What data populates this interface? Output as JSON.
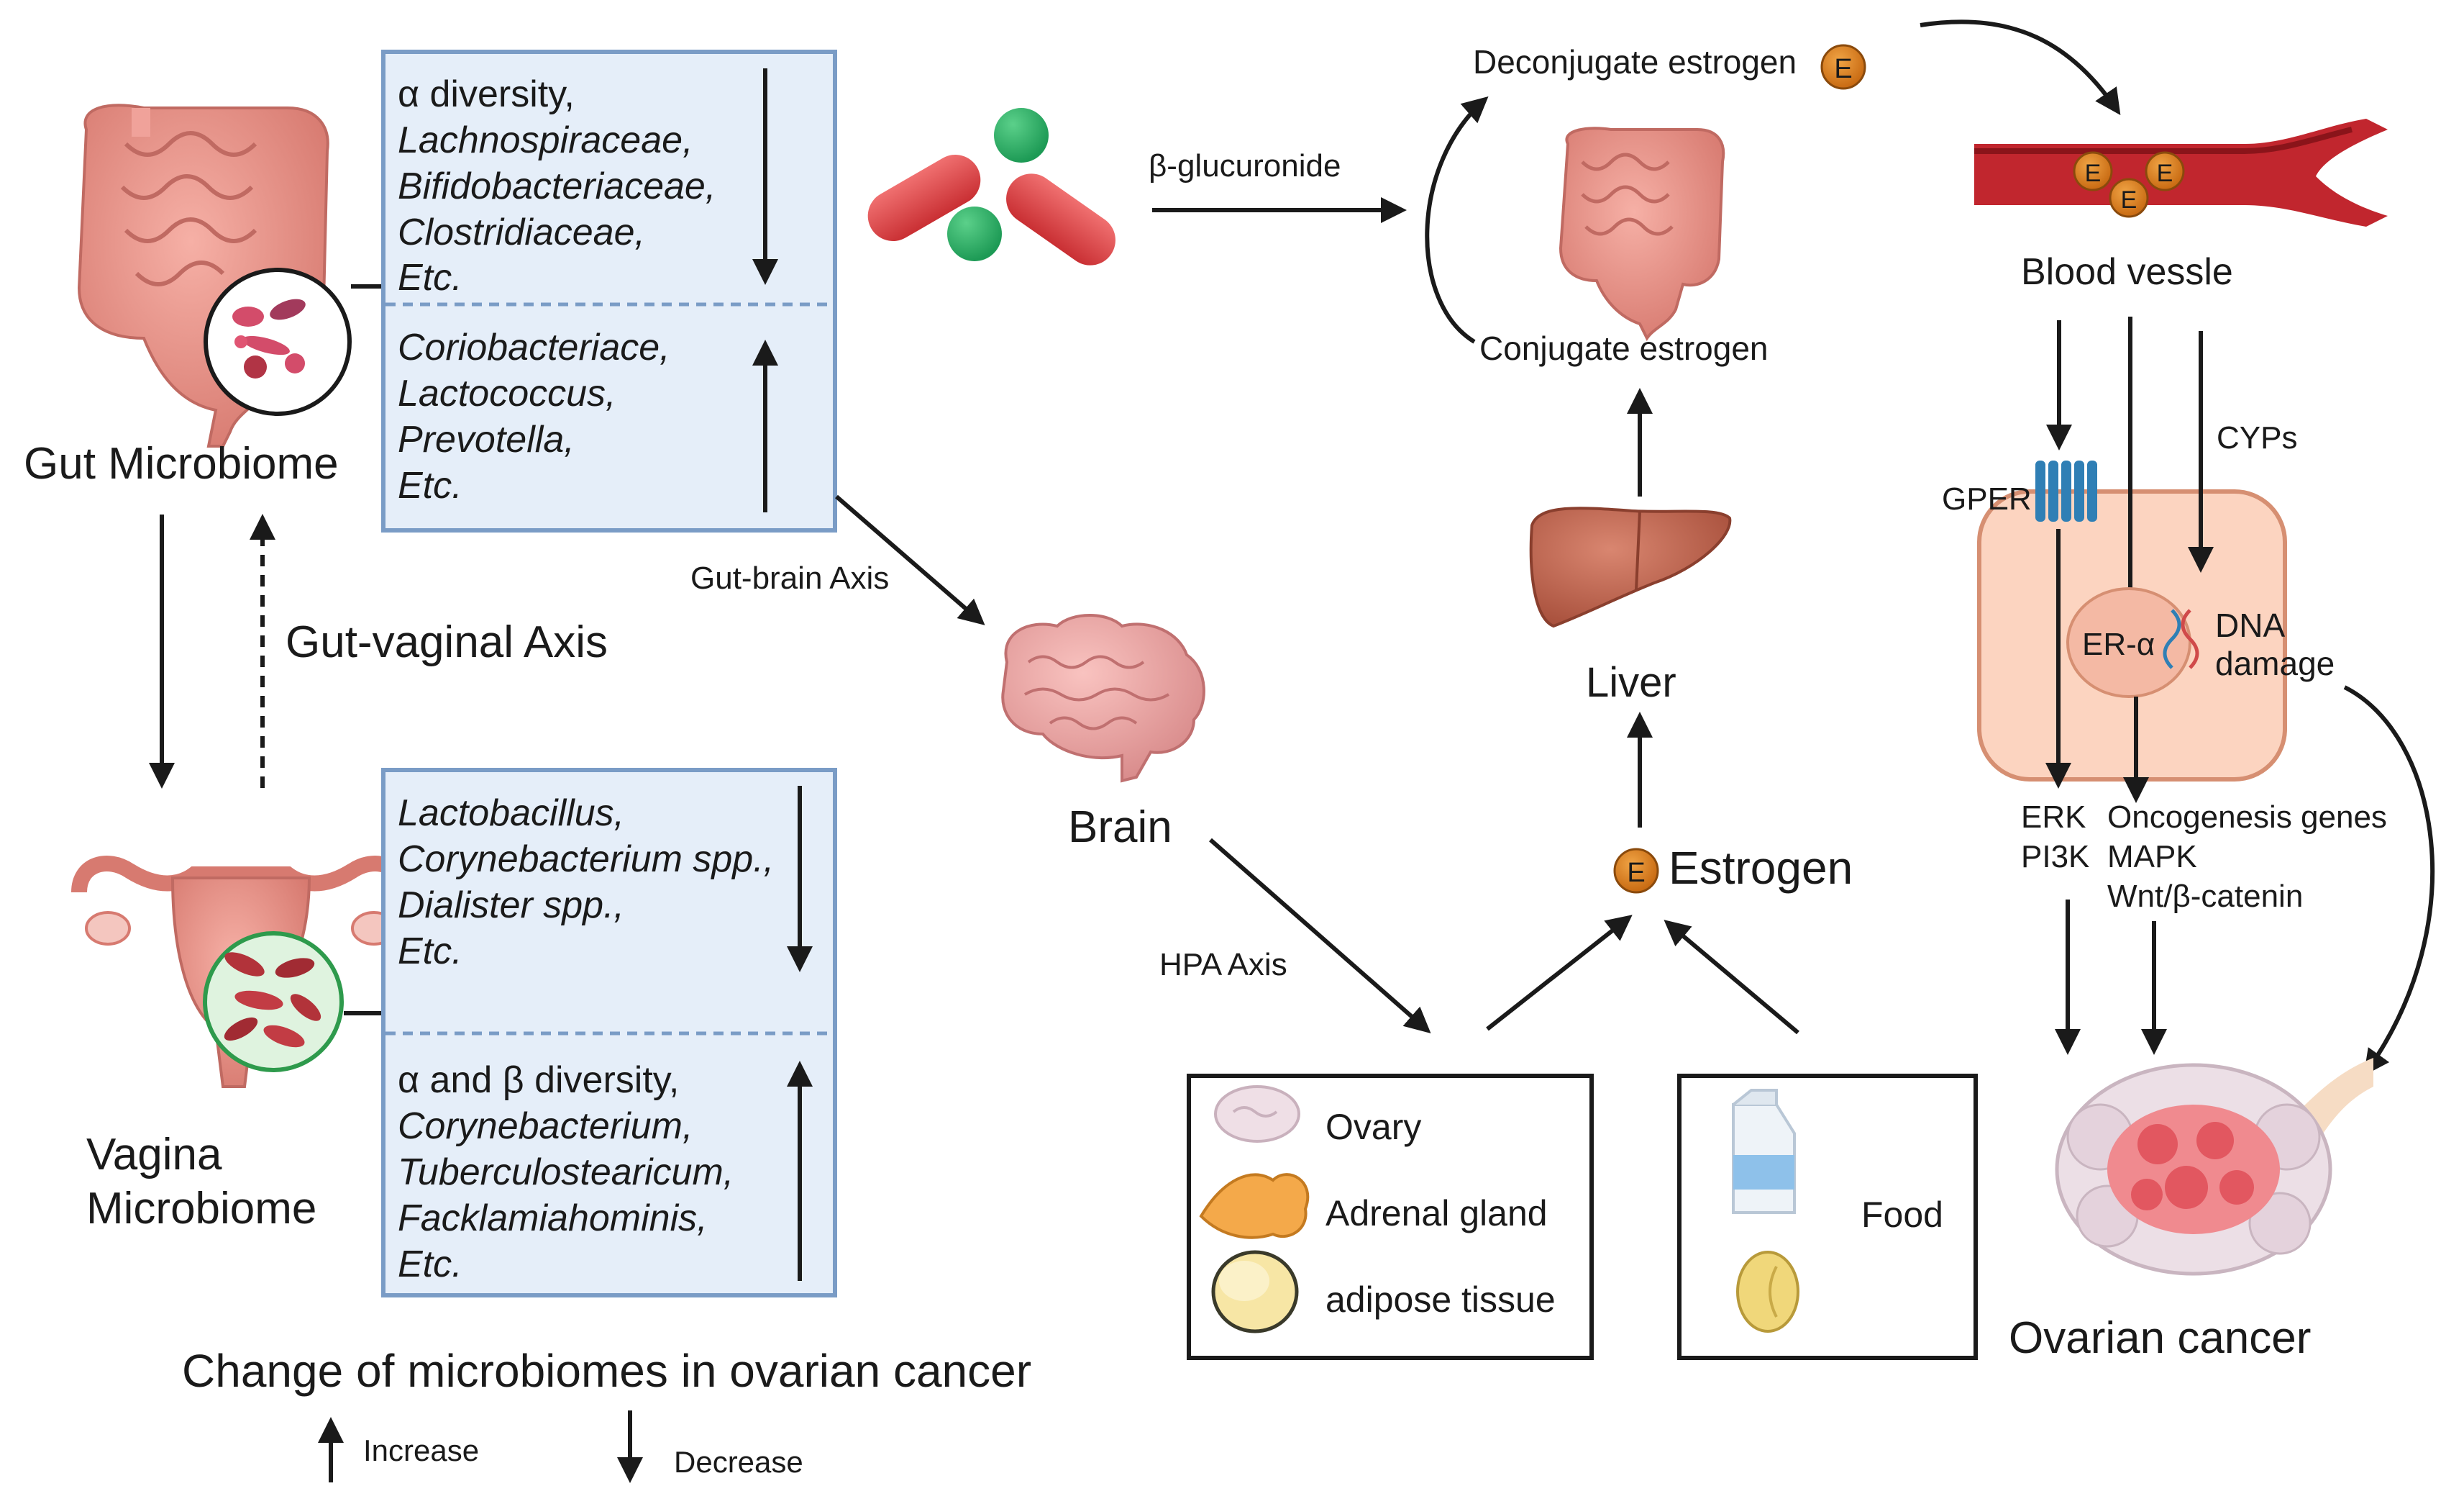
{
  "gut": {
    "label": "Gut Microbiome",
    "decrease_items": [
      "α diversity,",
      "Lachnospiraceae,",
      "Bifidobacteriaceae,",
      "Clostridiaceae,",
      "Etc."
    ],
    "increase_items": [
      "Coriobacteriace,",
      "Lactococcus,",
      "Prevotella,",
      "Etc."
    ]
  },
  "vagina": {
    "label_line1": "Vagina",
    "label_line2": "Microbiome",
    "decrease_items": [
      "Lactobacillus,",
      "Corynebacterium spp.,",
      "Dialister spp.,",
      "Etc."
    ],
    "increase_items": [
      "α and β diversity,",
      "Corynebacterium,",
      "Tuberculostearicum,",
      "Facklamiahominis,",
      "Etc."
    ]
  },
  "axes": {
    "gut_vaginal": "Gut-vaginal Axis",
    "gut_brain": "Gut-brain Axis",
    "hpa": "HPA Axis"
  },
  "bottom": {
    "title": "Change of microbiomes in ovarian cancer",
    "increase": "Increase",
    "decrease": "Decrease"
  },
  "pathway": {
    "beta_glucuronide": "β-glucuronide",
    "deconjugate": "Deconjugate estrogen",
    "conjugate": "Conjugate estrogen",
    "blood_vessel": "Blood vessle",
    "liver": "Liver",
    "estrogen": "Estrogen",
    "brain": "Brain",
    "e_badge": "E"
  },
  "sources": {
    "ovary": "Ovary",
    "adrenal": "Adrenal gland",
    "adipose": "adipose tissue",
    "food": "Food"
  },
  "cell": {
    "gper": "GPER",
    "cyps": "CYPs",
    "er_alpha": "ER-α",
    "dna1": "DNA",
    "dna2": "damage",
    "erk": "ERK",
    "pi3k": "PI3K",
    "onco": "Oncogenesis genes",
    "mapk": "MAPK",
    "wnt": "Wnt/β-catenin",
    "ovarian_cancer": "Ovarian cancer"
  }
}
